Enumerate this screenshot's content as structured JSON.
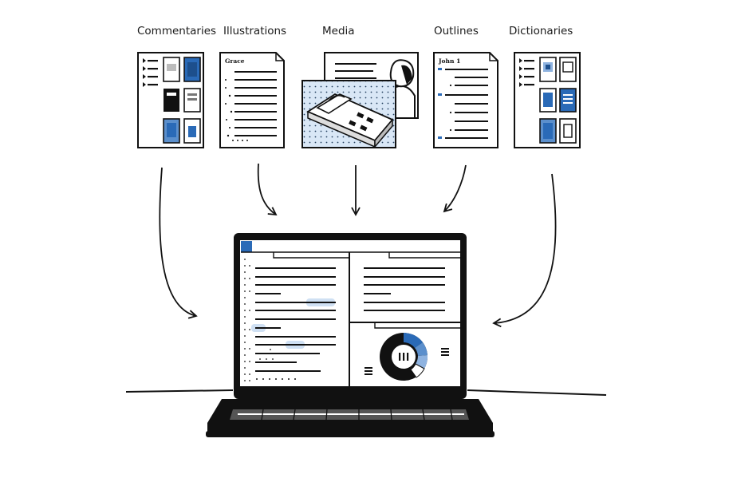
{
  "sources": [
    {
      "id": "commentaries",
      "label": "Commentaries"
    },
    {
      "id": "illustrations",
      "label": "Illustrations",
      "doc_title": "Grace"
    },
    {
      "id": "media",
      "label": "Media"
    },
    {
      "id": "outlines",
      "label": "Outlines",
      "doc_title": "John 1"
    },
    {
      "id": "dictionaries",
      "label": "Dictionaries"
    }
  ],
  "colors": {
    "ink": "#111111",
    "accent": "#2a6ab7",
    "accent_light": "#8fb3e0",
    "highlight": "#cfe0f3",
    "dot_fill": "#d9e7f6"
  },
  "icons": [
    "book-icon",
    "document-icon",
    "video-icon",
    "laptop-icon",
    "donut-chart-icon",
    "arrow-icon"
  ]
}
